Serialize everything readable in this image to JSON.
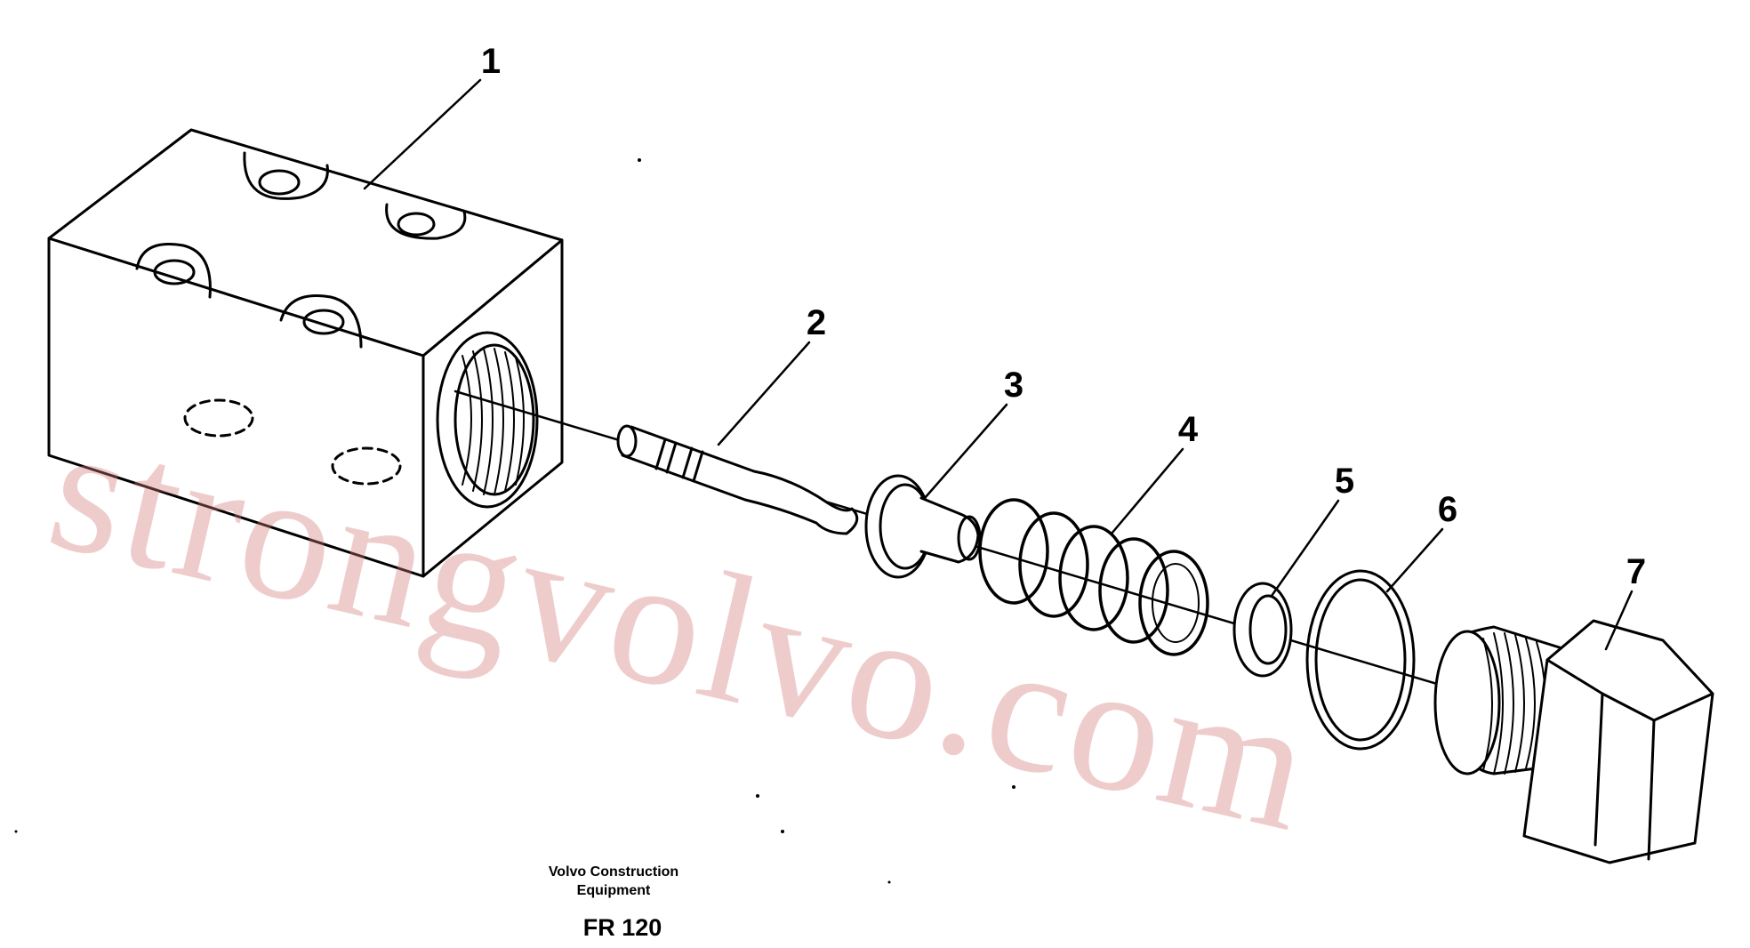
{
  "diagram": {
    "callouts": [
      {
        "id": "1",
        "part": "valve-body"
      },
      {
        "id": "2",
        "part": "poppet-pin"
      },
      {
        "id": "3",
        "part": "valve-cone"
      },
      {
        "id": "4",
        "part": "spring"
      },
      {
        "id": "5",
        "part": "washer"
      },
      {
        "id": "6",
        "part": "o-ring"
      },
      {
        "id": "7",
        "part": "plug"
      }
    ],
    "watermark": "strongvolvo.com",
    "caption": {
      "brand_line1": "Volvo Construction",
      "brand_line2": "Equipment",
      "code": "FR 120"
    }
  }
}
